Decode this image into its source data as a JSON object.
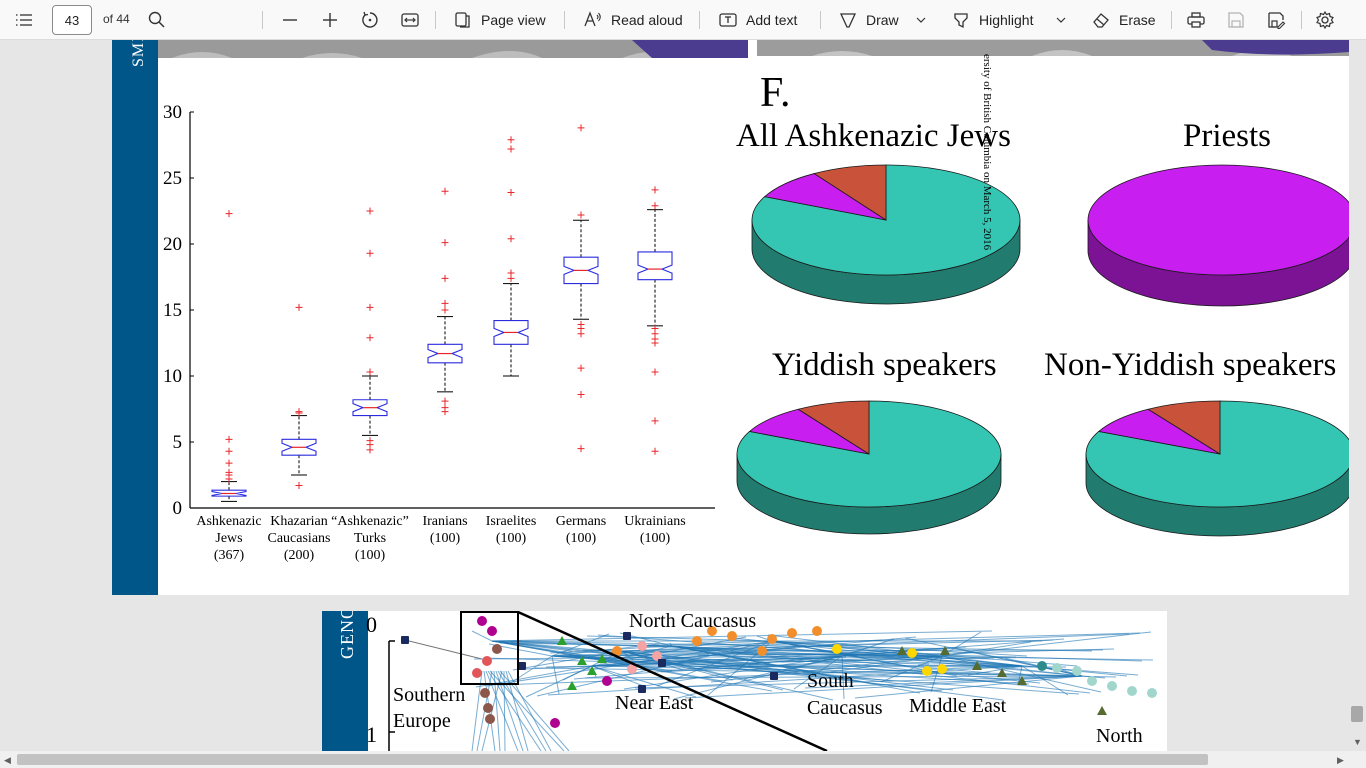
{
  "toolbar": {
    "contents_icon": "table-of-contents-icon",
    "page_number": "43",
    "page_total": "of 44",
    "page_view_label": "Page view",
    "read_aloud_label": "Read aloud",
    "add_text_label": "Add text",
    "draw_label": "Draw",
    "highlight_label": "Highlight",
    "erase_label": "Erase"
  },
  "page1": {
    "side_band_text": "SMI",
    "vertical_stamp": "ersity of British Columbia on March 5, 2016",
    "panel_letter": "F.",
    "pie_titles": [
      "All Ashkenazic Jews",
      "Priests",
      "Yiddish speakers",
      "Non-Yiddish speakers"
    ],
    "colors": {
      "teal": "#35c6b3",
      "purple": "#c81ef0",
      "rust": "#c9533a",
      "band": "#005689"
    }
  },
  "page2": {
    "side_band_text": "GENO",
    "axis_tick_labels": [
      "0",
      "1"
    ],
    "region_labels": [
      "North Caucasus",
      "Southern",
      "Europe",
      "Near East",
      "South",
      "Caucasus",
      "Middle East",
      "North"
    ]
  },
  "chart_data": {
    "type": "boxplot",
    "title": "",
    "ylim": [
      0,
      30
    ],
    "y_ticks": [
      "0",
      "5",
      "10",
      "15",
      "20",
      "25",
      "30"
    ],
    "categories": [
      {
        "name": "Ashkenazic",
        "line2": "Jews",
        "n": "(367)",
        "median": 1.1,
        "q1": 0.9,
        "q3": 1.35,
        "wlo": 0.5,
        "whi": 2.0,
        "outliers": [
          2.2,
          2.5,
          2.7,
          3.4,
          4.3,
          5.2,
          22.3
        ]
      },
      {
        "name": "Khazarian",
        "line2": "Caucasians",
        "n": "(200)",
        "median": 4.6,
        "q1": 4.0,
        "q3": 5.2,
        "wlo": 2.5,
        "whi": 7.0,
        "outliers": [
          1.7,
          7.2,
          7.3,
          15.2
        ]
      },
      {
        "name": "“Ashkenazic”",
        "line2": "Turks",
        "n": "(100)",
        "median": 7.6,
        "q1": 7.0,
        "q3": 8.2,
        "wlo": 5.5,
        "whi": 10.0,
        "outliers": [
          4.4,
          4.8,
          5.1,
          10.3,
          12.9,
          15.2,
          19.3,
          22.5
        ]
      },
      {
        "name": "Iranians",
        "line2": "(100)",
        "n": "",
        "median": 11.7,
        "q1": 11.0,
        "q3": 12.4,
        "wlo": 8.8,
        "whi": 14.5,
        "outliers": [
          7.3,
          7.6,
          8.1,
          15.0,
          15.5,
          17.4,
          20.1,
          24.0
        ]
      },
      {
        "name": "Israelites",
        "line2": "(100)",
        "n": "",
        "median": 13.3,
        "q1": 12.4,
        "q3": 14.2,
        "wlo": 10.0,
        "whi": 17.0,
        "outliers": [
          17.4,
          17.8,
          20.4,
          23.9,
          27.2,
          27.9
        ]
      },
      {
        "name": "Germans",
        "line2": "(100)",
        "n": "",
        "median": 18.0,
        "q1": 17.0,
        "q3": 19.0,
        "wlo": 14.3,
        "whi": 21.8,
        "outliers": [
          4.5,
          8.6,
          10.6,
          13.2,
          13.6,
          13.9,
          22.2,
          28.8
        ]
      },
      {
        "name": "Ukrainians",
        "line2": "(100)",
        "n": "",
        "median": 18.1,
        "q1": 17.3,
        "q3": 19.4,
        "wlo": 13.8,
        "whi": 22.6,
        "outliers": [
          4.3,
          6.6,
          10.3,
          12.5,
          12.8,
          13.2,
          13.6,
          22.9,
          24.1
        ]
      }
    ],
    "pies": [
      {
        "title": "All Ashkenazic Jews",
        "slices": [
          {
            "color": "#35c6b3",
            "value": 82
          },
          {
            "color": "#c81ef0",
            "value": 9
          },
          {
            "color": "#c9533a",
            "value": 9
          }
        ]
      },
      {
        "title": "Priests",
        "slices": [
          {
            "color": "#c81ef0",
            "value": 100
          }
        ]
      },
      {
        "title": "Yiddish speakers",
        "slices": [
          {
            "color": "#35c6b3",
            "value": 82
          },
          {
            "color": "#c81ef0",
            "value": 9
          },
          {
            "color": "#c9533a",
            "value": 9
          }
        ]
      },
      {
        "title": "Non-Yiddish speakers",
        "slices": [
          {
            "color": "#35c6b3",
            "value": 82
          },
          {
            "color": "#c81ef0",
            "value": 9
          },
          {
            "color": "#c9533a",
            "value": 9
          }
        ]
      }
    ]
  }
}
